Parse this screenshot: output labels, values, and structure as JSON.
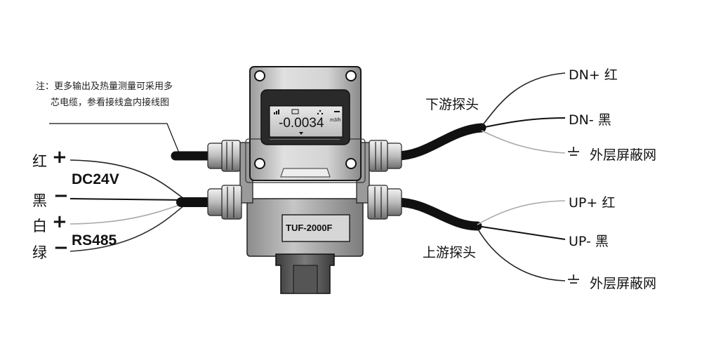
{
  "note": {
    "line1": "注：更多输出及热量测量可采用多",
    "line2": "芯电缆，参看接线盒内接线图"
  },
  "left_terminals": [
    {
      "color": "红",
      "sign": "+"
    },
    {
      "color": "黑",
      "sign": "−"
    },
    {
      "color": "白",
      "sign": "+"
    },
    {
      "color": "绿",
      "sign": "−"
    }
  ],
  "power_label": "DC24V",
  "comm_label": "RS485",
  "device": {
    "model": "TUF-2000F",
    "display_value": "-0.0034",
    "display_unit": "m3/h"
  },
  "downstream": {
    "title": "下游探头",
    "wires": [
      {
        "label": "DN+ 红"
      },
      {
        "label": "DN- 黑"
      },
      {
        "label": "外层屏蔽网"
      }
    ]
  },
  "upstream": {
    "title": "上游探头",
    "wires": [
      {
        "label": "UP+ 红"
      },
      {
        "label": "UP- 黑"
      },
      {
        "label": "外层屏蔽网"
      }
    ]
  },
  "icons": [
    "ground-icon",
    "signal-bars-icon",
    "battery-icon",
    "fan-icon"
  ]
}
